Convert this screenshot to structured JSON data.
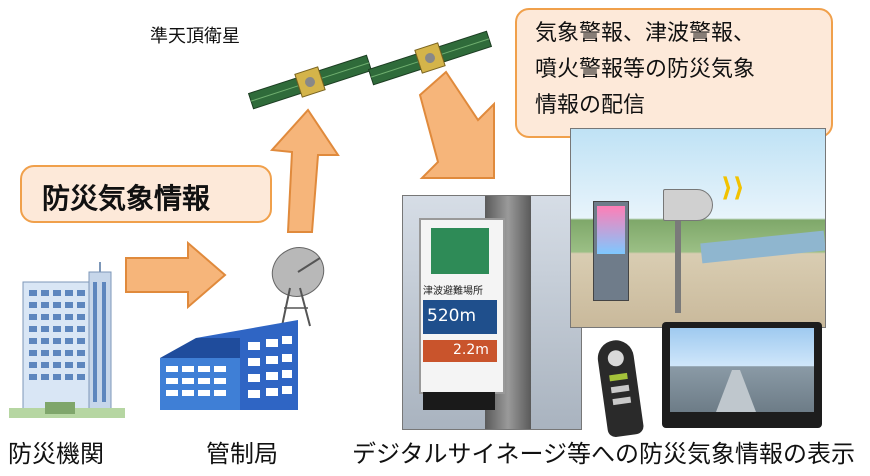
{
  "satellite_label": "準天頂衛星",
  "info_box": {
    "lines": [
      "気象警報、津波警報、",
      "噴火警報等の防災気象",
      "情報の配信"
    ]
  },
  "disaster_info_label": "防災気象情報",
  "captions": {
    "agency": "防災機関",
    "control_station": "管制局",
    "signage": "デジタルサイネージ等への防災気象情報の表示"
  },
  "signage_photo": {
    "sign_header": "津波避難場所",
    "distance": "520m",
    "altitude": "2.2m"
  },
  "colors": {
    "accent_fill": "#fde9d9",
    "accent_border": "#f0a04b",
    "arrow": "#f6b57a"
  }
}
